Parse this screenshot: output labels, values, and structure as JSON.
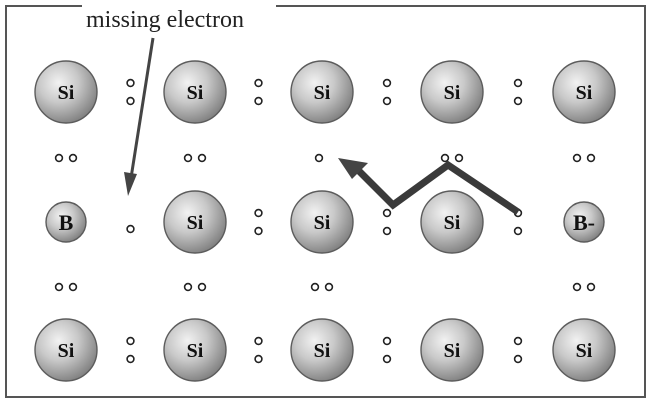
{
  "caption": "missing electron",
  "colors": {
    "atom_light": "#f2f2f2",
    "atom_mid": "#c9c9c9",
    "atom_dark": "#7d7d7d",
    "frame": "#555555",
    "arrow": "#3a3a3a"
  },
  "lattice": {
    "rows": [
      [
        {
          "label": "Si"
        },
        {
          "label": "Si"
        },
        {
          "label": "Si"
        },
        {
          "label": "Si"
        },
        {
          "label": "Si"
        }
      ],
      [
        {
          "label": "B"
        },
        {
          "label": "Si"
        },
        {
          "label": "Si"
        },
        {
          "label": "Si"
        },
        {
          "label": "B-"
        }
      ],
      [
        {
          "label": "Si"
        },
        {
          "label": "Si"
        },
        {
          "label": "Si"
        },
        {
          "label": "Si"
        },
        {
          "label": "Si"
        }
      ]
    ],
    "horizontal_bond_electrons": [
      [
        2,
        2,
        2,
        2
      ],
      [
        1,
        2,
        2,
        2
      ],
      [
        2,
        2,
        2,
        2
      ]
    ],
    "vertical_bond_electrons": [
      [
        2,
        2,
        1,
        2,
        2
      ],
      [
        2,
        2,
        2,
        0,
        2
      ]
    ]
  },
  "icons": {
    "pointer": "arrow-icon",
    "hole_motion": "zigzag-arrow-icon"
  }
}
